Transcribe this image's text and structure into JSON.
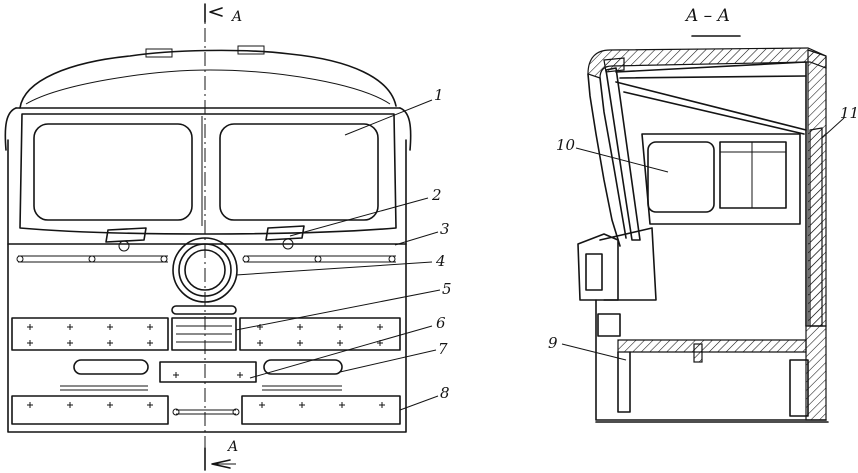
{
  "section_label": "A – A",
  "cut_marks": {
    "top": "A",
    "bottom": "A"
  },
  "callouts": {
    "c1": "1",
    "c2": "2",
    "c3": "3",
    "c4": "4",
    "c5": "5",
    "c6": "6",
    "c7": "7",
    "c8": "8",
    "c9": "9",
    "c10": "10",
    "c11": "11"
  },
  "colors": {
    "ink": "#141414",
    "paper": "#ffffff"
  }
}
